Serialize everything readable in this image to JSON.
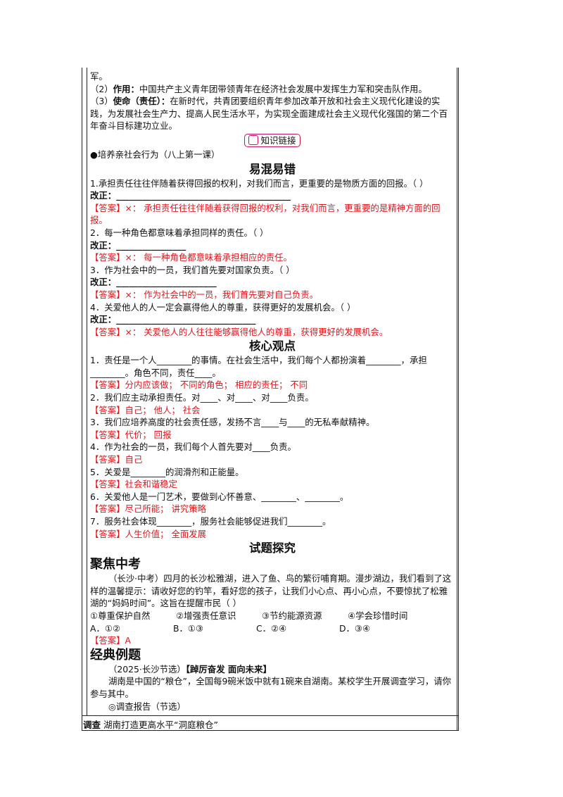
{
  "intro": {
    "cont": "军。",
    "role_num": "（2）",
    "role_label": "作用：",
    "role_text": "中国共产主义青年团带领青年在经济社会发展中发挥生力军和突击队作用。",
    "mission_num": "（3）",
    "mission_label": "使命（责任）：",
    "mission_text": "在新时代，共青团要组织青年参加改革开放和社会主义现代化建设的实践，为发展社会生产力、提高人民生活水平，为实现全面建成社会主义现代化强国的第二个百年奋斗目标建功立业。"
  },
  "knowledge_link": {
    "label": "知识链接"
  },
  "link_item": "●培养亲社会行为（八上第一课）",
  "confusing": {
    "title": "易混易错",
    "items": [
      {
        "q": "1.承担责任往往伴随着获得回报的权利，对我们而言，更重要的是物质方面的回报。（ ）",
        "fix": "改正：________________________________________",
        "ans": "【答案】×：  承担责任往往伴随着获得回报的权利，对我们而言，更重要的是精神方面的回报。"
      },
      {
        "q": "2．每一种角色都意味着承担同样的责任。（    ）",
        "fix": "改正：________________",
        "ans": "【答案】×：  每一种角色都意味着承担相应的责任。"
      },
      {
        "q": "3．作为社会中的一员，我们首先要对国家负责。（    ）",
        "fix": "改正：_______________________",
        "ans": "【答案】×：  作为社会中的一员，我们首先要对自己负责。"
      },
      {
        "q": "4．关爱他人的人一定会赢得他人的尊重，获得更好的发展机会。（    ）",
        "fix": "改正：________________________________",
        "ans": "【答案】×：  关爱他人的人往往能够赢得他人的尊重，获得更好的发展机会。"
      }
    ]
  },
  "core": {
    "title": "核心观点",
    "items": [
      {
        "q": "1．责任是一个人________的事情。在社会生活中，我们每个人都扮演着________，承担________。角色不同，责任____。",
        "ans": "【答案】分内应该做；  不同的角色；  相应的责任；  不同"
      },
      {
        "q": "2．我们应主动承担责任。对____、对____、对____负责。",
        "ans": "【答案】自己；  他人；  社会"
      },
      {
        "q": "3．我们应培养高度的社会责任感，发扬不言____与____的无私奉献精神。",
        "ans": "【答案】代价；  回报"
      },
      {
        "q": "4．作为社会的一员，我们每个人首先要对____负责。",
        "ans": "【答案】自己"
      },
      {
        "q": "5．关爱是________的润滑剂和正能量。",
        "ans": "【答案】社会和谐稳定"
      },
      {
        "q": "6．关爱他人是一门艺术，要做到心怀善意、________、________。",
        "ans": "【答案】尽己所能；  讲究策略"
      },
      {
        "q": "7．服务社会体现________，服务社会能够促进我们________。",
        "ans": "【答案】人生价值；  全面发展"
      }
    ]
  },
  "explore": {
    "title": "试题探究",
    "focus_title": "聚焦中考",
    "focus_q": "（长沙·中考）四月的长沙松雅湖，进入了鱼、鸟的繁衍哺育期。漫步湖边，我们看到了这样的温馨提示：请收好您的钓竿，看好您的孩子，让我们小心点、再小心点，不要惊扰了松雅湖的“妈妈时间”。这旨在提醒市民（    ）",
    "statements": [
      "①尊重保护自然",
      "②增强责任意识",
      "③节约能源资源",
      "④学会珍惜时间"
    ],
    "options": [
      "A．①②",
      "B．①③",
      "C．②④",
      "D．③④"
    ],
    "answer": "【答案】A",
    "classic_title": "经典例题",
    "classic_source": "（2025·长沙节选）",
    "classic_theme": "【踔厉奋发  面向未来】",
    "classic_intro": "湖南是中国的“粮仓”，全国每9碗米饭中就有1碗来自湖南。某校学生开展调查学习，请你参与其中。",
    "classic_report": "◎调查报告（节选）"
  },
  "bottom": {
    "label": "调查",
    "text": "湖南打造更高水平“洞庭粮仓”"
  }
}
